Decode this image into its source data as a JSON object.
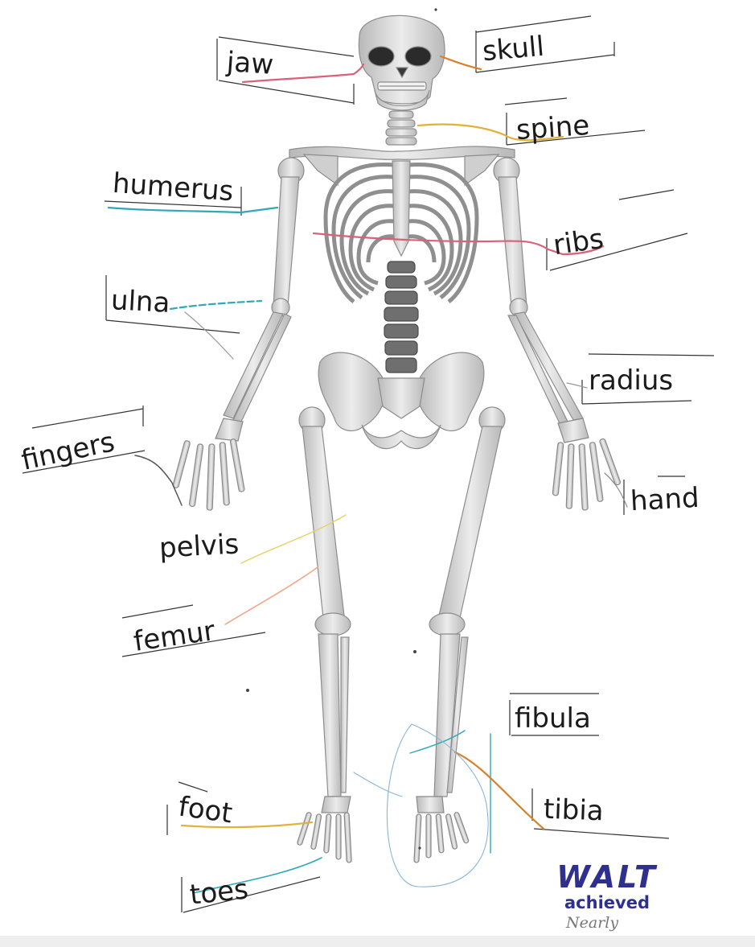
{
  "labels": {
    "jaw": "jaw",
    "skull": "skull",
    "spine": "spine",
    "humerus": "humerus",
    "ribs": "ribs",
    "ulna": "ulna",
    "radius": "radius",
    "fingers": "fingers",
    "hand": "hand",
    "pelvis": "pelvis",
    "femur": "femur",
    "fibula": "fibula",
    "tibia": "tibia",
    "foot": "foot",
    "toes": "toes"
  },
  "stamp": {
    "title": "WALT",
    "subtitle": "achieved",
    "handwritten_note": "Nearly"
  },
  "colors": {
    "bone": "#dcdcdc",
    "bone_shadow": "#a9a9a9",
    "ink": "#1b1b1b",
    "stamp": "#2e2f8f",
    "pencil_red": "#d9627a",
    "pencil_yellow": "#e0b23a",
    "pencil_cyan": "#2fa8b8",
    "pencil_orange": "#d9822b"
  }
}
